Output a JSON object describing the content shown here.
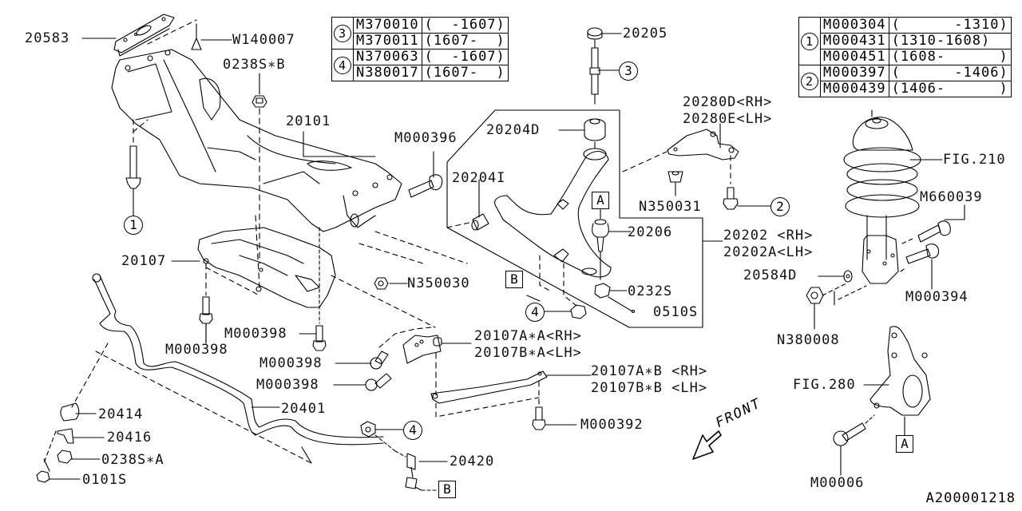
{
  "diagram": {
    "title": "Front Suspension / Crossmember parts diagram",
    "document_id": "A200001218",
    "front_indicator": "FRONT",
    "supersession_tables": [
      {
        "rows": [
          {
            "key": "3",
            "part": "M370010",
            "range": "(  -1607)"
          },
          {
            "key": "3",
            "part": "M370011",
            "range": "(1607-  )"
          },
          {
            "key": "4",
            "part": "N370063",
            "range": "(  -1607)"
          },
          {
            "key": "4",
            "part": "N380017",
            "range": "(1607-  )"
          }
        ]
      },
      {
        "rows": [
          {
            "key": "1",
            "part": "M000304",
            "range": "(      -1310)"
          },
          {
            "key": "1",
            "part": "M000431",
            "range": "(1310-1608)"
          },
          {
            "key": "1",
            "part": "M000451",
            "range": "(1608-      )"
          },
          {
            "key": "2",
            "part": "M000397",
            "range": "(      -1406)"
          },
          {
            "key": "2",
            "part": "M000439",
            "range": "(1406-      )"
          }
        ]
      }
    ],
    "labels": {
      "p20583": "20583",
      "w140007": "W140007",
      "s0238SB": "0238S∗B",
      "p20101": "20101",
      "m000396": "M000396",
      "p20107": "20107",
      "n350030": "N350030",
      "m000398_a": "M000398",
      "m000398_b": "M000398",
      "m000398_c": "M000398",
      "m000398_d": "M000398",
      "p20205": "20205",
      "p20204D": "20204D",
      "p20204I": "20204I",
      "p20206": "20206",
      "s0232S": "0232S",
      "s0510S": "0510S",
      "p20202_rh": "20202 <RH>",
      "p20202A_lh": "20202A<LH>",
      "p20280D_rh": "20280D<RH>",
      "p20280E_lh": "20280E<LH>",
      "n350031": "N350031",
      "fig210": "FIG.210",
      "m660039": "M660039",
      "p20584D": "20584D",
      "m000394": "M000394",
      "n380008": "N380008",
      "fig280": "FIG.280",
      "m00006": "M00006",
      "p20107AA_rh": "20107A∗A<RH>",
      "p20107BA_lh": "20107B∗A<LH>",
      "p20107AB_rh": "20107A∗B <RH>",
      "p20107BB_lh": "20107B∗B <LH>",
      "m000392": "M000392",
      "p20414": "20414",
      "p20401": "20401",
      "p20416": "20416",
      "s0238SA": "0238S∗A",
      "s0101S": "0101S",
      "p20420": "20420"
    },
    "callouts": {
      "c1": "1",
      "c2": "2",
      "c3": "3",
      "c4_a": "4",
      "c4_b": "4"
    },
    "refs": {
      "A1": "A",
      "A2": "A",
      "B1": "B",
      "B2": "B"
    }
  }
}
